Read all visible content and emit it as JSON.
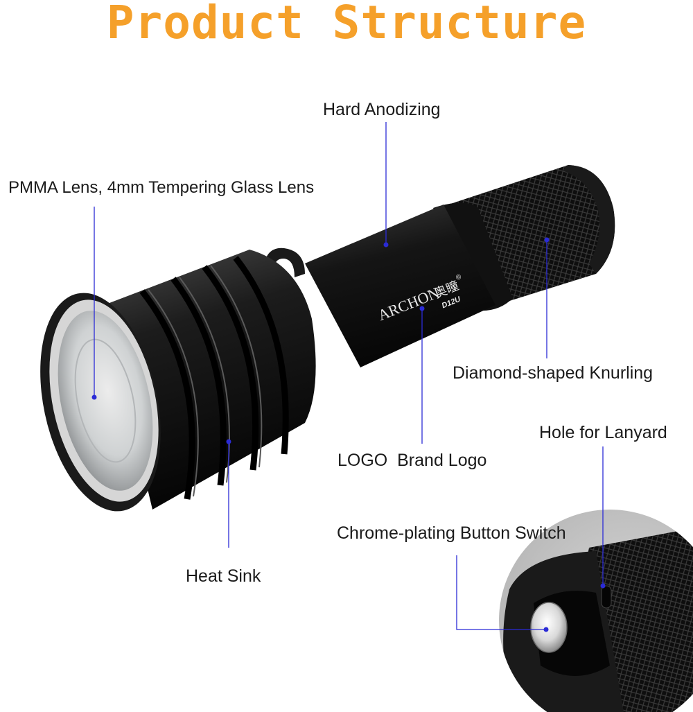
{
  "title": "Product Structure",
  "brand": {
    "name": "ARCHON",
    "cjk": "奥瞳",
    "reg": "®",
    "model": "D12U"
  },
  "labels": {
    "hard_anodizing": "Hard Anodizing",
    "lens": "PMMA Lens, 4mm Tempering Glass Lens",
    "knurling": "Diamond-shaped Knurling",
    "brand_logo": "LOGO  Brand Logo",
    "lanyard": "Hole for Lanyard",
    "button": "Chrome-plating Button Switch",
    "heat_sink": "Heat Sink"
  },
  "colors": {
    "title": "#f5a02a",
    "leader": "#2b2bd6",
    "body": "#141414",
    "text": "#1b1b1b"
  }
}
